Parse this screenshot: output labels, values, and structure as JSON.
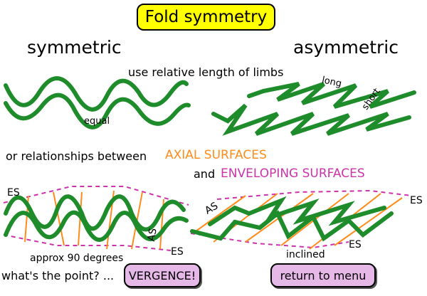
{
  "title": "Fold symmetry",
  "symmetric_label": "symmetric",
  "asymmetric_label": "asymmetric",
  "relative_limbs": "use relative length of limbs",
  "equal_label": "equal",
  "long_label": "long",
  "short_label": "short",
  "relationships_text": "or relationships between",
  "axial_surfaces": "AXIAL SURFACES",
  "and_text": "and",
  "enveloping_surfaces": "ENVELOPING SURFACES",
  "es_label": "ES",
  "as_label": "AS",
  "approx_90": "approx 90 degrees",
  "inclined": "inclined",
  "whats_point": "what's the point? ...",
  "vergence_button": "VERGENCE!",
  "return_button": "return to menu",
  "colors": {
    "fold": "#1e8c2a",
    "axial": "#ff8c1a",
    "enveloping": "#cc33aa",
    "title_bg": "#ffff00",
    "button_bg": "#e6b8e8"
  }
}
